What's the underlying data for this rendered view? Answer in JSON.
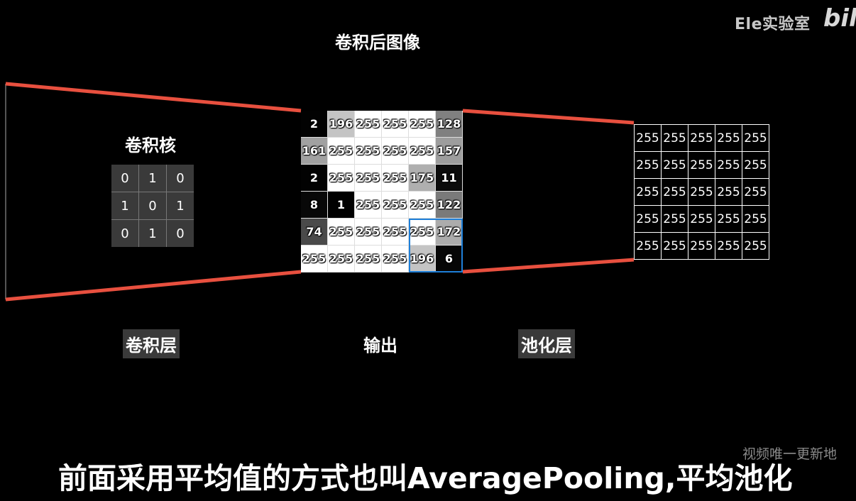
{
  "watermark": {
    "text": "Ele实验室",
    "bili": "bili"
  },
  "conv_image_title": "卷积后图像",
  "kernel": {
    "title": "卷积核",
    "rows": [
      [
        "0",
        "1",
        "0"
      ],
      [
        "1",
        "0",
        "1"
      ],
      [
        "0",
        "1",
        "0"
      ]
    ]
  },
  "output": {
    "rows": [
      [
        2,
        196,
        255,
        255,
        255,
        128
      ],
      [
        161,
        255,
        255,
        255,
        255,
        157
      ],
      [
        2,
        255,
        255,
        255,
        175,
        11
      ],
      [
        8,
        1,
        255,
        255,
        255,
        122
      ],
      [
        74,
        255,
        255,
        255,
        255,
        172
      ],
      [
        255,
        255,
        255,
        255,
        196,
        6
      ]
    ],
    "highlight_color": "#1e7fd8"
  },
  "pool": {
    "rows": [
      [
        "255",
        "255",
        "255",
        "255",
        "255"
      ],
      [
        "255",
        "255",
        "255",
        "255",
        "255"
      ],
      [
        "255",
        "255",
        "255",
        "255",
        "255"
      ],
      [
        "255",
        "255",
        "255",
        "255",
        "255"
      ],
      [
        "255",
        "255",
        "255",
        "255",
        "255"
      ]
    ]
  },
  "labels": {
    "conv_layer": "卷积层",
    "output": "输出",
    "pool_layer": "池化层"
  },
  "side_note": "视频唯一更新地",
  "subtitle": "前面采用平均值的方式也叫AveragePooling,平均池化",
  "colors": {
    "connector": "#e8503f",
    "background": "#000000"
  }
}
